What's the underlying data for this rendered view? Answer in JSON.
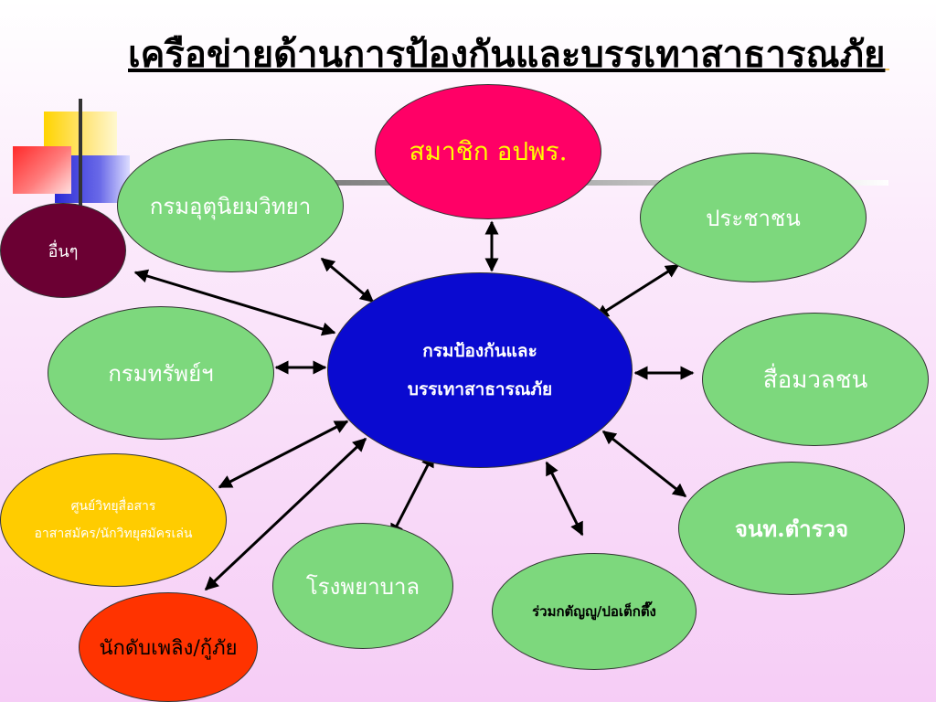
{
  "title": "เครือข่ายด้านการป้องกันและบรรเทาสาธารณภัย",
  "center": {
    "line1": "กรมป้องกันและ",
    "line2": "บรรเทาสาธารณภัย",
    "color": "#0a0ad0"
  },
  "nodes": {
    "member": {
      "label": "สมาชิก อปพร.",
      "color": "#ff0066",
      "text_color": "#ffff00"
    },
    "meteorology": {
      "label": "กรมอุตุนิยมวิทยา",
      "color": "#7dd87d"
    },
    "people": {
      "label": "ประชาชน",
      "color": "#7dd87d"
    },
    "others": {
      "label": "อื่นๆ",
      "color": "#6b0033"
    },
    "resources": {
      "label": "กรมทรัพย์ฯ",
      "color": "#7dd87d"
    },
    "media": {
      "label": "สื่อมวลชน",
      "color": "#7dd87d"
    },
    "radio": {
      "line1": "ศูนย์วิทยุสื่อสาร",
      "line2": "อาสาสมัคร/นักวิทยุสมัครเล่น",
      "color": "#ffcc00"
    },
    "police": {
      "label": "จนท.ตำรวจ",
      "color": "#7dd87d"
    },
    "hospital": {
      "label": "โรงพยาบาล",
      "color": "#7dd87d"
    },
    "charity": {
      "label": "ร่วมกตัญญู/ปอเต็กตึ๊ง",
      "color": "#7dd87d"
    },
    "firefighter": {
      "label": "นักดับเพลิง/กู้ภัย",
      "color": "#ff3300"
    }
  }
}
